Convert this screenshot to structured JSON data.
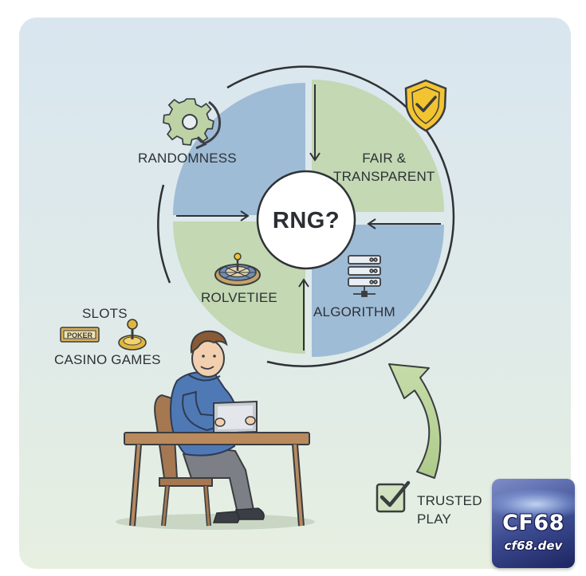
{
  "diagram": {
    "center_label": "RNG?",
    "quadrants": [
      {
        "id": "top-left",
        "label": "RANDOMNESS",
        "icon": "gear-cycle-icon"
      },
      {
        "id": "top-right",
        "label_line1": "FAIR &",
        "label_line2": "TRANSPARENT",
        "icon": "shield-check-icon"
      },
      {
        "id": "bottom-left",
        "label": "ROLVETIEE",
        "icon": "roulette-wheel-icon"
      },
      {
        "id": "bottom-right",
        "label": "ALGORITHM",
        "icon": "server-network-icon"
      }
    ],
    "side_labels": {
      "slots": "SLOTS",
      "casino_games": "CASINO GAMES",
      "poker_chip_text": "POKER"
    },
    "trusted": {
      "line1": "TRUSTED",
      "line2": "PLAY",
      "icon": "checkbox-checked-icon"
    }
  },
  "watermark": {
    "brand": "CF68",
    "url": "cf68.dev"
  },
  "colors": {
    "background_top": "#dbe7ef",
    "background_bottom": "#e5efe2",
    "quadrant_blue": "#9cb9d3",
    "quadrant_green": "#c2d7b2",
    "ring": "#3a3d40",
    "shield": "#f2c230",
    "arrow_green": "#b8d497",
    "sweater": "#4f79b5"
  }
}
